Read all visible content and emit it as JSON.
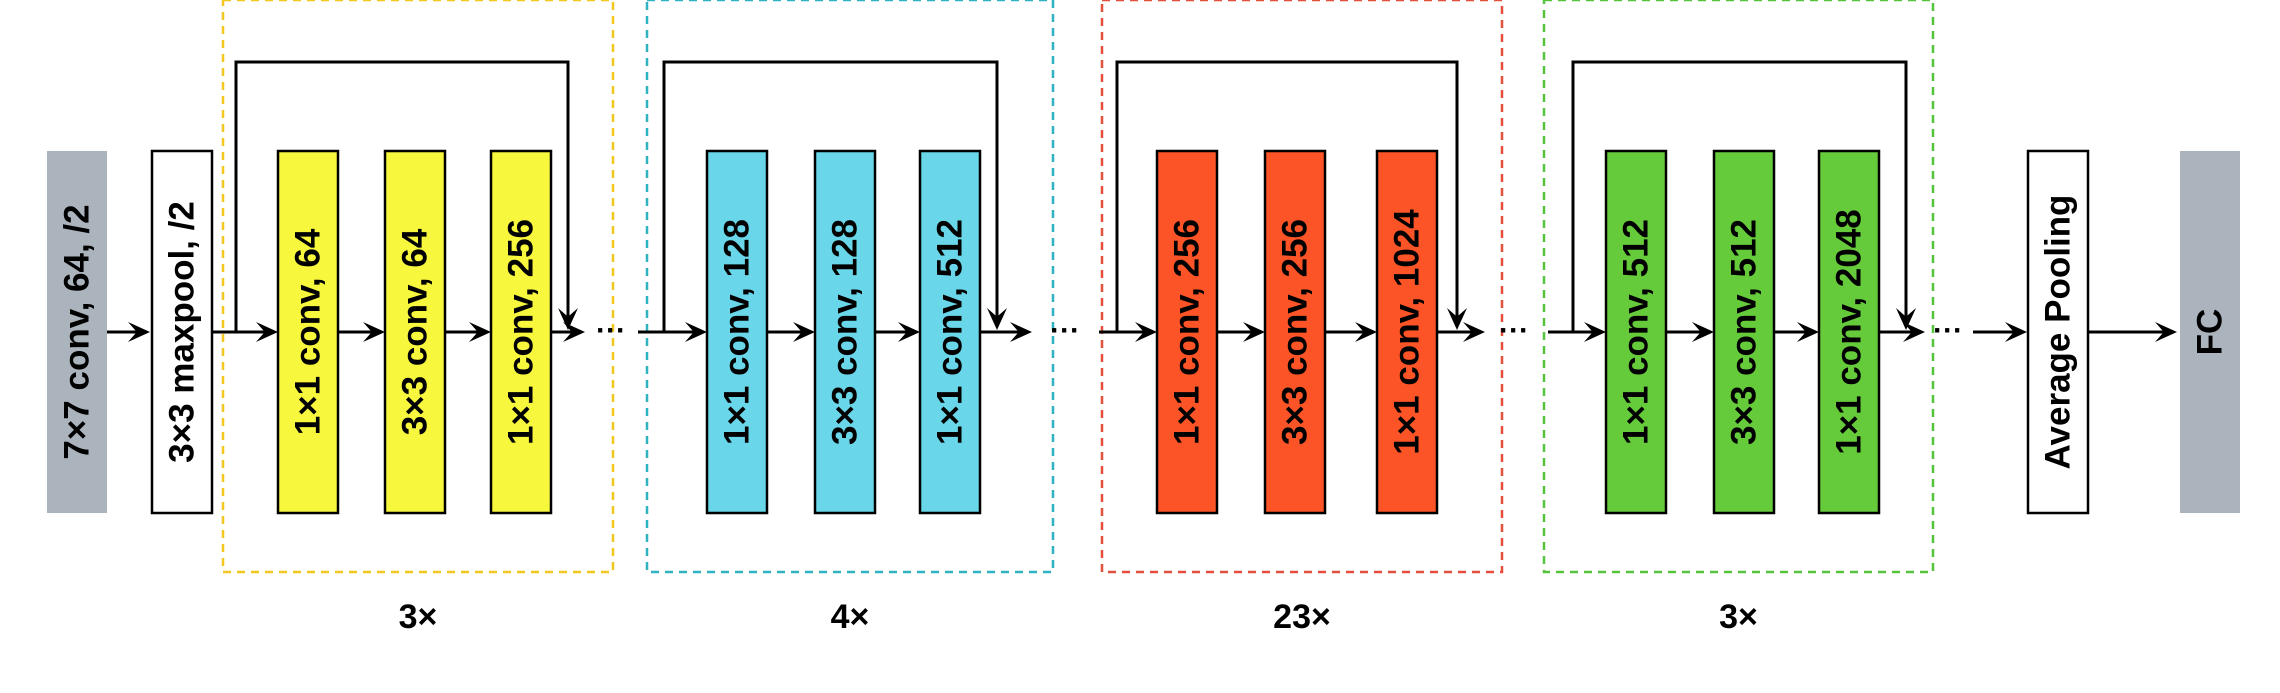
{
  "colors": {
    "gray": "#abb3bc",
    "white": "#ffffff",
    "yellow": "#f7f73e",
    "cyan": "#69d7e9",
    "orange": "#fc5426",
    "green": "#66cb3a",
    "stage1_border": "#f2c81e",
    "stage2_border": "#2fb3c2",
    "stage3_border": "#e2503c",
    "stage4_border": "#55c43a",
    "line": "#000000"
  },
  "stem": {
    "conv_label": "7×7 conv, 64, /2",
    "pool_label": "3×3 maxpool, /2"
  },
  "stages": [
    {
      "repeat_label": "3×",
      "color_key": "yellow",
      "border_key": "stage1_border",
      "layers": [
        "1×1 conv, 64",
        "3×3 conv, 64",
        "1×1 conv, 256"
      ]
    },
    {
      "repeat_label": "4×",
      "color_key": "cyan",
      "border_key": "stage2_border",
      "layers": [
        "1×1 conv, 128",
        "3×3 conv, 128",
        "1×1 conv, 512"
      ]
    },
    {
      "repeat_label": "23×",
      "color_key": "orange",
      "border_key": "stage3_border",
      "layers": [
        "1×1 conv, 256",
        "3×3 conv, 256",
        "1×1 conv, 1024"
      ]
    },
    {
      "repeat_label": "3×",
      "color_key": "green",
      "border_key": "stage4_border",
      "layers": [
        "1×1 conv, 512",
        "3×3 conv, 512",
        "1×1 conv, 2048"
      ]
    }
  ],
  "head": {
    "pool_label": "Average Pooling",
    "fc_label": "FC"
  },
  "dots": "···"
}
